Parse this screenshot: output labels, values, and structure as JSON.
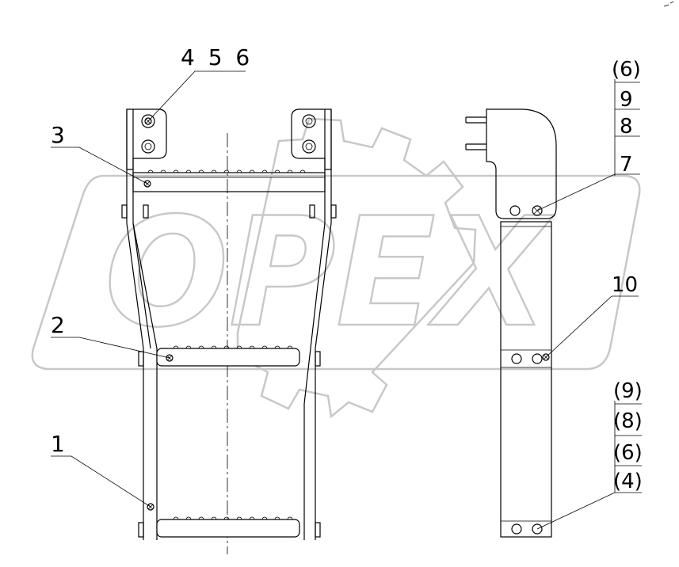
{
  "watermark": {
    "brand_text": "OPEX",
    "color": "#c8c8c8"
  },
  "callouts_front": {
    "group_top": "4 5 6",
    "item_3": "3",
    "item_2": "2",
    "item_1": "1"
  },
  "callouts_side": {
    "stack_top": [
      "(6)",
      "9",
      "8",
      "7"
    ],
    "item_10": "10",
    "stack_bottom": [
      "(9)",
      "(8)",
      "(6)",
      "(4)"
    ]
  },
  "colors": {
    "line": "#000000",
    "background": "#ffffff"
  }
}
